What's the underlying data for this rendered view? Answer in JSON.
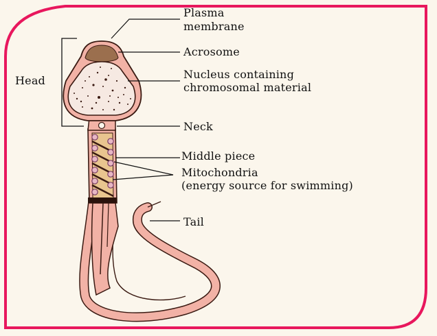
{
  "labels": {
    "plasma_membrane_1": "Plasma",
    "plasma_membrane_2": "membrane",
    "acrosome": "Acrosome",
    "nucleus_1": "Nucleus containing",
    "nucleus_2": "chromosomal material",
    "head": "Head",
    "neck": "Neck",
    "middle_piece": "Middle piece",
    "mitochondria_1": "Mitochondria",
    "mitochondria_2": "(energy source for swimming)",
    "tail": "Tail"
  },
  "colors": {
    "frame": "#e8175d",
    "background": "#fbf6ec",
    "body_fill": "#f2b2a6",
    "outline": "#3a1a12",
    "acrosome_fill": "#9b6f4e",
    "nucleus_fill": "#f6e9e2",
    "mito_fill": "#e9c58f",
    "mito_outline": "#7a3d66"
  }
}
